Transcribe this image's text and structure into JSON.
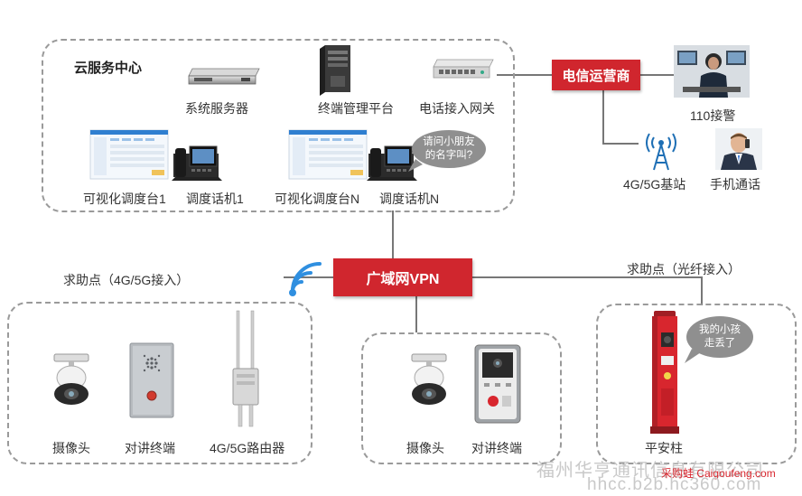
{
  "cloud": {
    "title": "云服务中心",
    "system_server": "系统服务器",
    "terminal_platform": "终端管理平台",
    "phone_gateway": "电话接入网关",
    "console_1": "可视化调度台1",
    "phone_1": "调度话机1",
    "console_n": "可视化调度台N",
    "phone_n": "调度话机N",
    "bubble": [
      "请问小朋友",
      "的名字叫?"
    ]
  },
  "telecom": {
    "label": "电信运营商",
    "police": "110接警",
    "base_station": "4G/5G基站",
    "mobile_call": "手机通话"
  },
  "vpn": {
    "label": "广域网VPN"
  },
  "left_point": {
    "title": "求助点（4G/5G接入）",
    "camera": "摄像头",
    "intercom": "对讲终端",
    "router": "4G/5G路由器"
  },
  "middle_point": {
    "camera": "摄像头",
    "intercom": "对讲终端"
  },
  "right_point": {
    "title": "求助点（光纤接入）",
    "pillar": "平安柱",
    "bubble": [
      "我的小孩",
      "走丢了"
    ]
  },
  "watermark": {
    "company": "福州华亨通讯信息有限公司",
    "site_cn": "采购蛙 Caigoufeng.com",
    "site_url": "hhcc.b2b.hc360.com"
  },
  "colors": {
    "accent_red": "#d0262e",
    "line_gray": "#777777",
    "box_border": "#9a9a9a"
  }
}
